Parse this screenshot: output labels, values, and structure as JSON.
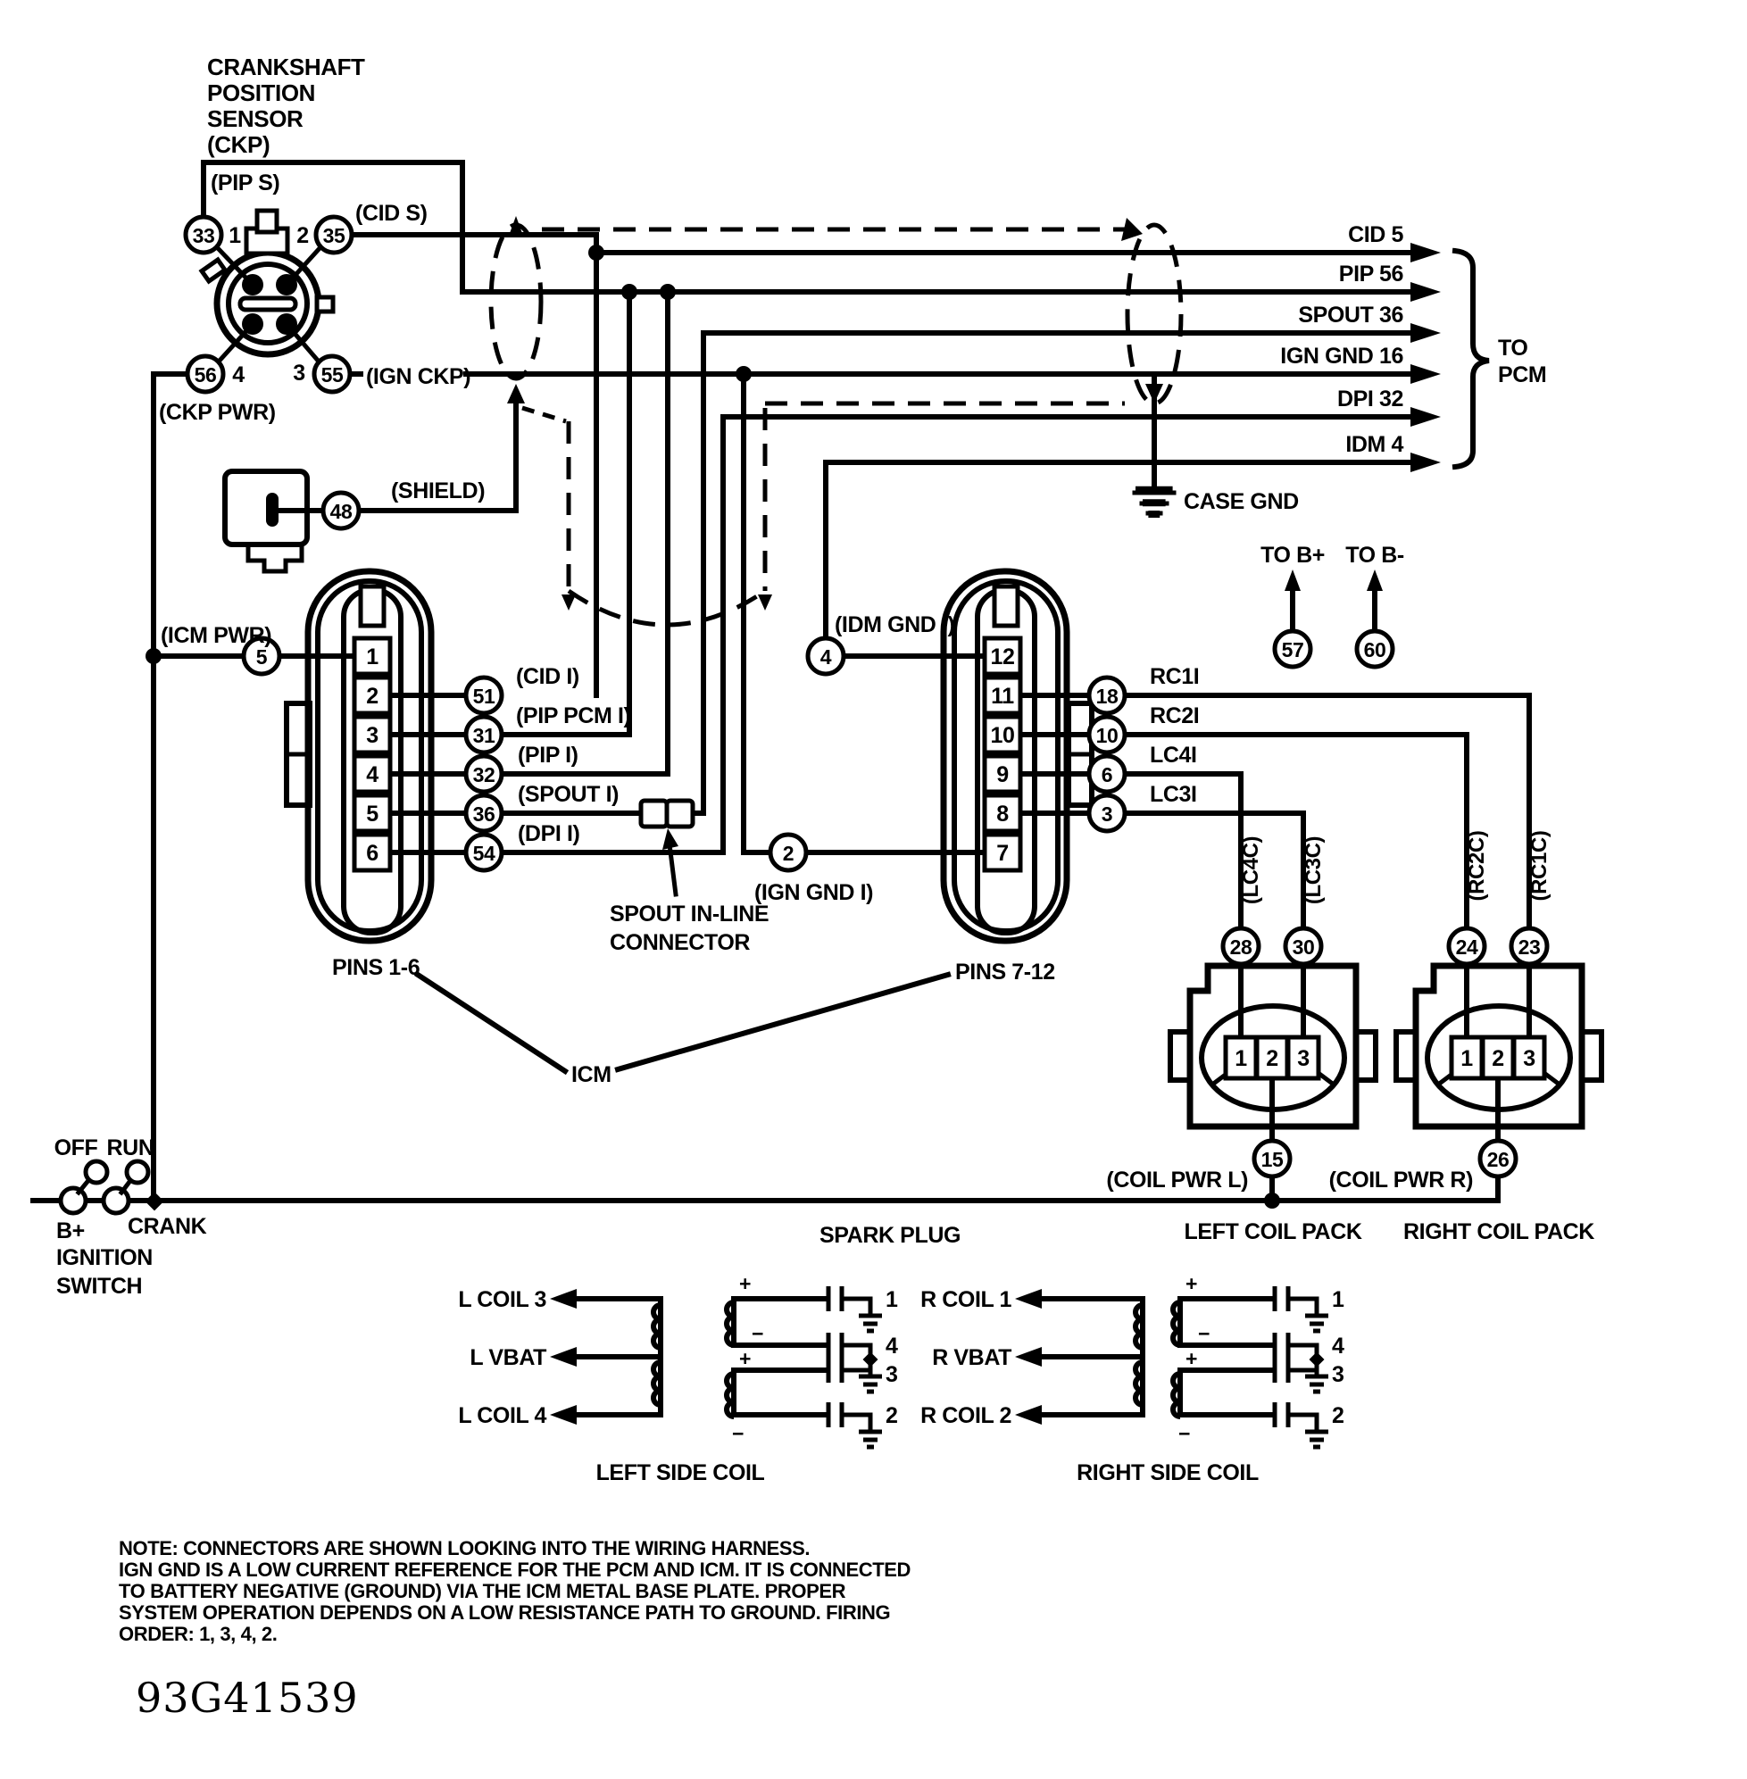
{
  "doc_id": "93G41539",
  "ckp_sensor": {
    "title_lines": [
      "CRANKSHAFT",
      "POSITION",
      "SENSOR",
      "(CKP)"
    ],
    "labels": {
      "pip_s": "(PIP S)",
      "cid_s": "(CID S)",
      "ign_ckp": "(IGN CKP)",
      "ckp_pwr": "(CKP PWR)"
    },
    "pins": {
      "p1": "1",
      "p2": "2",
      "p3": "3",
      "p4": "4"
    },
    "circles": {
      "c33": "33",
      "c35": "35",
      "c55": "55",
      "c56": "56"
    }
  },
  "shield_connector": {
    "circle": "48",
    "label": "(SHIELD)"
  },
  "pcm": {
    "outputs": [
      "CID 5",
      "PIP 56",
      "SPOUT 36",
      "IGN GND 16",
      "DPI 32",
      "IDM 4"
    ],
    "brace_label_lines": [
      "TO",
      "PCM"
    ],
    "case_gnd": "CASE GND"
  },
  "battery": {
    "b_plus_label": "TO B+",
    "b_plus_circle": "57",
    "b_minus_label": "TO B-",
    "b_minus_circle": "60"
  },
  "icm": {
    "name": "ICM",
    "conn_a_label": "PINS 1-6",
    "conn_b_label": "PINS 7-12",
    "icm_pwr": {
      "circle": "5",
      "label": "(ICM PWR)"
    },
    "conn_a_pins": [
      "1",
      "2",
      "3",
      "4",
      "5",
      "6"
    ],
    "conn_a_wires": [
      {
        "circle": "51",
        "label": "(CID I)"
      },
      {
        "circle": "31",
        "label": "(PIP PCM I)"
      },
      {
        "circle": "32",
        "label": "(PIP I)"
      },
      {
        "circle": "36",
        "label": "(SPOUT I)"
      },
      {
        "circle": "54",
        "label": "(DPI I)"
      }
    ],
    "conn_b_pins": [
      "12",
      "11",
      "10",
      "9",
      "8",
      "7"
    ],
    "conn_b_left": [
      {
        "circle": "4",
        "label": "(IDM GND I)"
      },
      {
        "circle": "2",
        "label": "(IGN GND I)"
      }
    ],
    "conn_b_wires": [
      {
        "circle": "18",
        "label": "RC1I"
      },
      {
        "circle": "10",
        "label": "RC2I"
      },
      {
        "circle": "6",
        "label": "LC4I"
      },
      {
        "circle": "3",
        "label": "LC3I"
      }
    ]
  },
  "spout_connector": {
    "label_lines": [
      "SPOUT IN-LINE",
      "CONNECTOR"
    ]
  },
  "coil_packs": {
    "left": {
      "title": "LEFT COIL PACK",
      "pins": [
        "1",
        "2",
        "3"
      ],
      "wire_a_circle": "28",
      "wire_a_label": "(LC4C)",
      "wire_b_circle": "30",
      "wire_b_label": "(LC3C)",
      "pwr_circle": "15",
      "pwr_label": "(COIL PWR L)"
    },
    "right": {
      "title": "RIGHT COIL PACK",
      "pins": [
        "1",
        "2",
        "3"
      ],
      "wire_a_circle": "24",
      "wire_a_label": "(RC2C)",
      "wire_b_circle": "23",
      "wire_b_label": "(RC1C)",
      "pwr_circle": "26",
      "pwr_label": "(COIL PWR R)"
    }
  },
  "ignition_switch": {
    "off": "OFF",
    "run": "RUN",
    "b_plus": "B+",
    "crank": "CRANK",
    "name_lines": [
      "IGNITION",
      "SWITCH"
    ]
  },
  "spark_plugs": {
    "title": "SPARK PLUG",
    "plus": "+",
    "minus": "−",
    "left": {
      "wire_labels": [
        "L COIL 3",
        "L VBAT",
        "L COIL 4"
      ],
      "plug_numbers": [
        "1",
        "4",
        "3",
        "2"
      ],
      "caption": "LEFT SIDE COIL"
    },
    "right": {
      "wire_labels": [
        "R COIL 1",
        "R VBAT",
        "R COIL 2"
      ],
      "plug_numbers": [
        "1",
        "4",
        "3",
        "2"
      ],
      "caption": "RIGHT SIDE COIL"
    }
  },
  "note_lines": [
    "NOTE: CONNECTORS ARE SHOWN LOOKING INTO THE WIRING HARNESS.",
    "IGN GND IS A LOW CURRENT REFERENCE FOR THE PCM AND ICM. IT IS CONNECTED",
    "TO BATTERY NEGATIVE (GROUND) VIA THE ICM METAL BASE PLATE. PROPER",
    "SYSTEM OPERATION DEPENDS ON A LOW RESISTANCE PATH TO GROUND. FIRING",
    "ORDER: 1, 3, 4, 2."
  ]
}
